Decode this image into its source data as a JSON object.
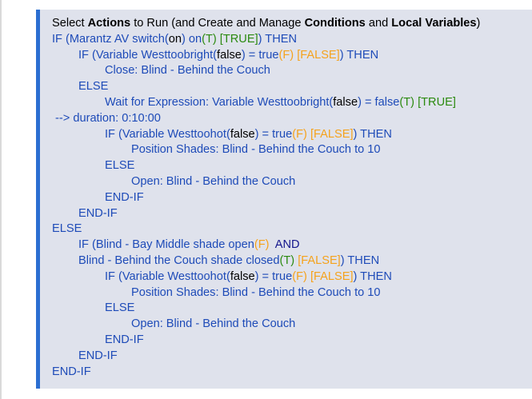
{
  "colors": {
    "accent_border": "#2b6ed1",
    "panel_background": "#dfe2ec",
    "text_blue": "#1e4bb8",
    "text_green": "#2b8a0f",
    "text_orange": "#f5a21c",
    "text_black": "#000000",
    "text_navy": "#14168c"
  },
  "rule": {
    "lines": [
      {
        "indent": 0,
        "segments": [
          {
            "t": "Select ",
            "c": "black"
          },
          {
            "t": "Actions",
            "c": "black",
            "b": true
          },
          {
            "t": " to Run (and Create and Manage ",
            "c": "black"
          },
          {
            "t": "Conditions",
            "c": "black",
            "b": true
          },
          {
            "t": " and ",
            "c": "black"
          },
          {
            "t": "Local Variables",
            "c": "black",
            "b": true
          },
          {
            "t": ")",
            "c": "black"
          }
        ]
      },
      {
        "indent": 0,
        "segments": [
          {
            "t": "IF (Marantz AV switch(",
            "c": "blue"
          },
          {
            "t": "on",
            "c": "black"
          },
          {
            "t": ") on",
            "c": "blue"
          },
          {
            "t": "(T) [TRUE]",
            "c": "green"
          },
          {
            "t": ") THEN",
            "c": "blue"
          }
        ]
      },
      {
        "indent": 1,
        "segments": [
          {
            "t": "IF (Variable Westtoobright(",
            "c": "blue"
          },
          {
            "t": "false",
            "c": "black"
          },
          {
            "t": ") = true",
            "c": "blue"
          },
          {
            "t": "(F) [FALSE]",
            "c": "orange"
          },
          {
            "t": ") THEN",
            "c": "blue"
          }
        ]
      },
      {
        "indent": 2,
        "segments": [
          {
            "t": "Close: Blind - Behind the Couch",
            "c": "blue"
          }
        ]
      },
      {
        "indent": 1,
        "segments": [
          {
            "t": "ELSE",
            "c": "blue"
          }
        ]
      },
      {
        "indent": 2,
        "segments": [
          {
            "t": "Wait for Expression: Variable Westtoobright(",
            "c": "blue"
          },
          {
            "t": "false",
            "c": "black"
          },
          {
            "t": ") = false",
            "c": "blue"
          },
          {
            "t": "(T) [TRUE]",
            "c": "green"
          }
        ]
      },
      {
        "indent": 0,
        "segments": [
          {
            "t": " --> duration: 0:10:00",
            "c": "blue"
          }
        ]
      },
      {
        "indent": 2,
        "segments": [
          {
            "t": "IF (Variable Westtoohot(",
            "c": "blue"
          },
          {
            "t": "false",
            "c": "black"
          },
          {
            "t": ") = true",
            "c": "blue"
          },
          {
            "t": "(F) [FALSE]",
            "c": "orange"
          },
          {
            "t": ") THEN",
            "c": "blue"
          }
        ]
      },
      {
        "indent": 3,
        "segments": [
          {
            "t": "Position Shades: Blind - Behind the Couch to 10",
            "c": "blue"
          }
        ]
      },
      {
        "indent": 2,
        "segments": [
          {
            "t": "ELSE",
            "c": "blue"
          }
        ]
      },
      {
        "indent": 3,
        "segments": [
          {
            "t": "Open: Blind - Behind the Couch",
            "c": "blue"
          }
        ]
      },
      {
        "indent": 2,
        "segments": [
          {
            "t": "END-IF",
            "c": "blue"
          }
        ]
      },
      {
        "indent": 1,
        "segments": [
          {
            "t": "END-IF",
            "c": "blue"
          }
        ]
      },
      {
        "indent": 0,
        "segments": [
          {
            "t": "ELSE",
            "c": "blue"
          }
        ]
      },
      {
        "indent": 1,
        "segments": [
          {
            "t": "IF (Blind - Bay Middle shade open",
            "c": "blue"
          },
          {
            "t": "(F)",
            "c": "orange"
          },
          {
            "t": "  AND",
            "c": "navy"
          }
        ]
      },
      {
        "indent": 1,
        "segments": [
          {
            "t": "Blind - Behind the Couch shade closed",
            "c": "blue"
          },
          {
            "t": "(T)",
            "c": "green"
          },
          {
            "t": " [FALSE]",
            "c": "orange"
          },
          {
            "t": ") THEN",
            "c": "blue"
          }
        ]
      },
      {
        "indent": 2,
        "segments": [
          {
            "t": "IF (Variable Westtoohot(",
            "c": "blue"
          },
          {
            "t": "false",
            "c": "black"
          },
          {
            "t": ") = true",
            "c": "blue"
          },
          {
            "t": "(F) [FALSE]",
            "c": "orange"
          },
          {
            "t": ") THEN",
            "c": "blue"
          }
        ]
      },
      {
        "indent": 3,
        "segments": [
          {
            "t": "Position Shades: Blind - Behind the Couch to 10",
            "c": "blue"
          }
        ]
      },
      {
        "indent": 2,
        "segments": [
          {
            "t": "ELSE",
            "c": "blue"
          }
        ]
      },
      {
        "indent": 3,
        "segments": [
          {
            "t": "Open: Blind - Behind the Couch",
            "c": "blue"
          }
        ]
      },
      {
        "indent": 2,
        "segments": [
          {
            "t": "END-IF",
            "c": "blue"
          }
        ]
      },
      {
        "indent": 1,
        "segments": [
          {
            "t": "END-IF",
            "c": "blue"
          }
        ]
      },
      {
        "indent": 0,
        "segments": [
          {
            "t": "END-IF",
            "c": "blue"
          }
        ]
      }
    ]
  }
}
